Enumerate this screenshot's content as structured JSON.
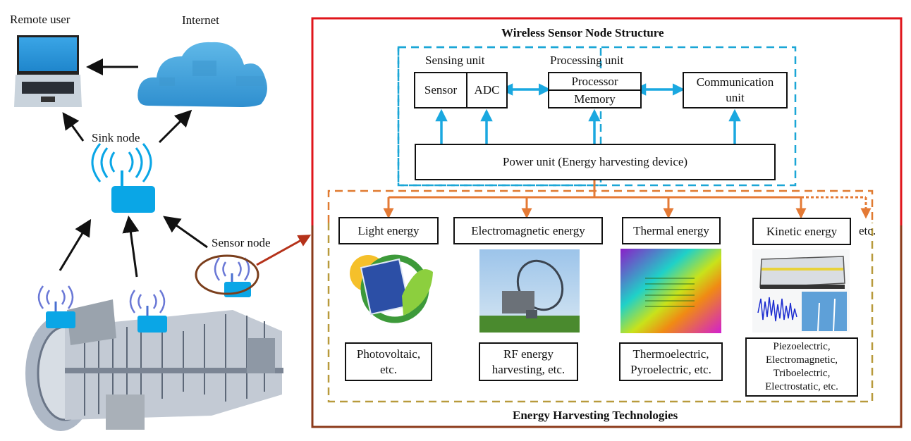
{
  "left_network": {
    "remote_user_label": "Remote user",
    "internet_label": "Internet",
    "sink_node_label": "Sink node",
    "sensor_node_label": "Sensor node"
  },
  "node_structure": {
    "title": "Wireless Sensor Node Structure",
    "sensing_unit_label": "Sensing unit",
    "processing_unit_label": "Processing unit",
    "sensor": "Sensor",
    "adc": "ADC",
    "processor": "Processor",
    "memory": "Memory",
    "communication_unit": "Communication\nunit",
    "power_unit": "Power unit (Energy harvesting device)"
  },
  "energy_harvesting": {
    "title": "Energy Harvesting Technologies",
    "sources": [
      {
        "label": "Light energy",
        "methods": "Photovoltaic,\netc."
      },
      {
        "label": "Electromagnetic energy",
        "methods": "RF energy\nharvesting, etc."
      },
      {
        "label": "Thermal energy",
        "methods": "Thermoelectric,\nPyroelectric, etc."
      },
      {
        "label": "Kinetic energy",
        "methods": "Piezoelectric,\nElectromagnetic,\nTriboelectric,\nElectrostatic, etc."
      }
    ],
    "etc_label": "etc."
  },
  "colors": {
    "outer_frame": "#e0151b",
    "outer_frame_lower": "#8b3a1a",
    "node_dashed": "#1ba6d6",
    "harvest_dashed": "#e07a30",
    "harvest_dashed_lower": "#b89a3c",
    "arrow_blue": "#1aa8e0",
    "arrow_orange": "#e47a35",
    "device_blue": "#0aa6e6"
  }
}
